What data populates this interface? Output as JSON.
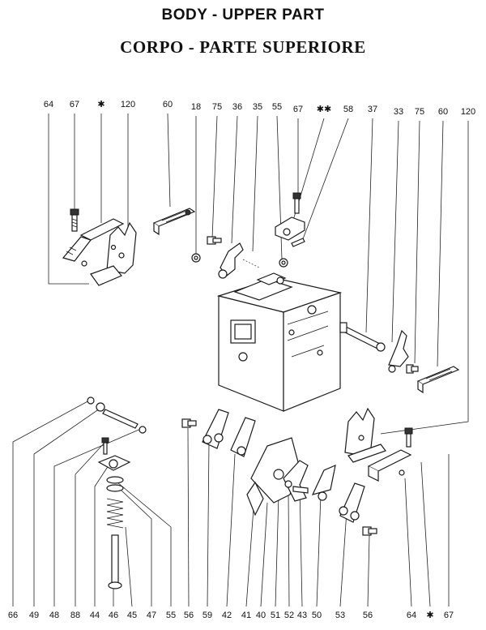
{
  "title_en": "BODY - UPPER PART",
  "title_it": "CORPO - PARTE SUPERIORE",
  "top_labels": [
    "64",
    "67",
    "✱",
    "120",
    "60",
    "18",
    "75",
    "36",
    "35",
    "55",
    "67",
    "✱✱",
    "58",
    "37",
    "33",
    "75",
    "60",
    "120"
  ],
  "bottom_labels": [
    "66",
    "49",
    "48",
    "88",
    "44",
    "46",
    "45",
    "47",
    "55",
    "56",
    "59",
    "42",
    "41",
    "40",
    "51",
    "52",
    "43",
    "50",
    "53",
    "56",
    "64",
    "✱",
    "67"
  ],
  "colors": {
    "ink": "#111111",
    "paper": "#ffffff"
  }
}
